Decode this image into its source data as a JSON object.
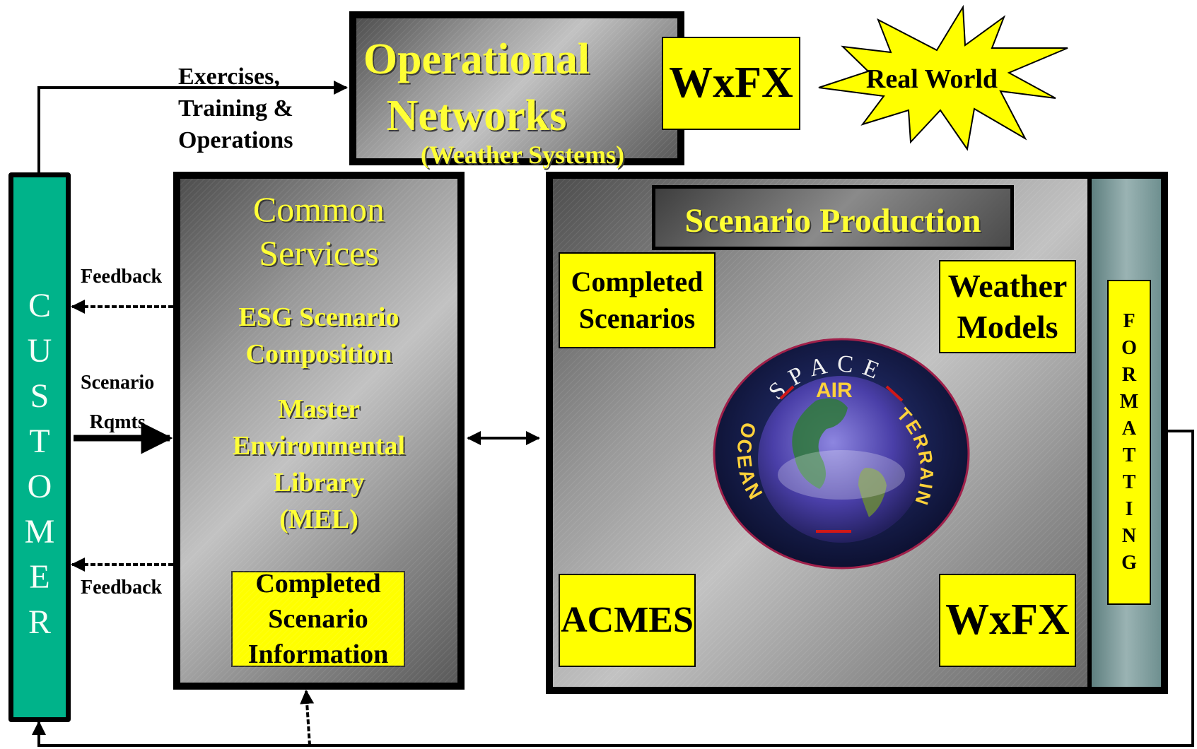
{
  "customer": {
    "letters": [
      "C",
      "U",
      "S",
      "T",
      "O",
      "M",
      "E",
      "R"
    ]
  },
  "flow_label": [
    "Exercises,",
    "Training &",
    "Operations"
  ],
  "operational_networks": {
    "line1": "Operational",
    "line2": "Networks",
    "subtitle": "(Weather Systems)"
  },
  "wxfx_top": "WxFX",
  "real_world": "Real World",
  "common_services": {
    "title_line1": "Common",
    "title_line2": "Services",
    "esg_line1": "ESG Scenario",
    "esg_line2": "Composition",
    "mel_line1": "Master",
    "mel_line2": "Environmental",
    "mel_line3": "Library",
    "mel_line4": "(MEL)",
    "completed_line1": "Completed",
    "completed_line2": "Scenario",
    "completed_line3": "Information"
  },
  "feedback_top": "Feedback",
  "feedback_bottom": "Feedback",
  "scenario_rqmts": {
    "line1": "Scenario",
    "line2": "Rqmts"
  },
  "scenario_production": {
    "title": "Scenario Production",
    "completed_line1": "Completed",
    "completed_line2": "Scenarios",
    "weather_line1": "Weather",
    "weather_line2": "Models",
    "acmes": "ACMES",
    "wxfx": "WxFX"
  },
  "globe": {
    "space": "SPACE",
    "air": "AIR",
    "ocean": "OCEAN",
    "terrain": "TERRAIN"
  },
  "formatting": {
    "letters": [
      "F",
      "O",
      "R",
      "M",
      "A",
      "T",
      "T",
      "I",
      "N",
      "G"
    ]
  },
  "colors": {
    "customer_bar": "#00b38a",
    "highlight": "#ffff00",
    "panel_border": "#000000"
  }
}
